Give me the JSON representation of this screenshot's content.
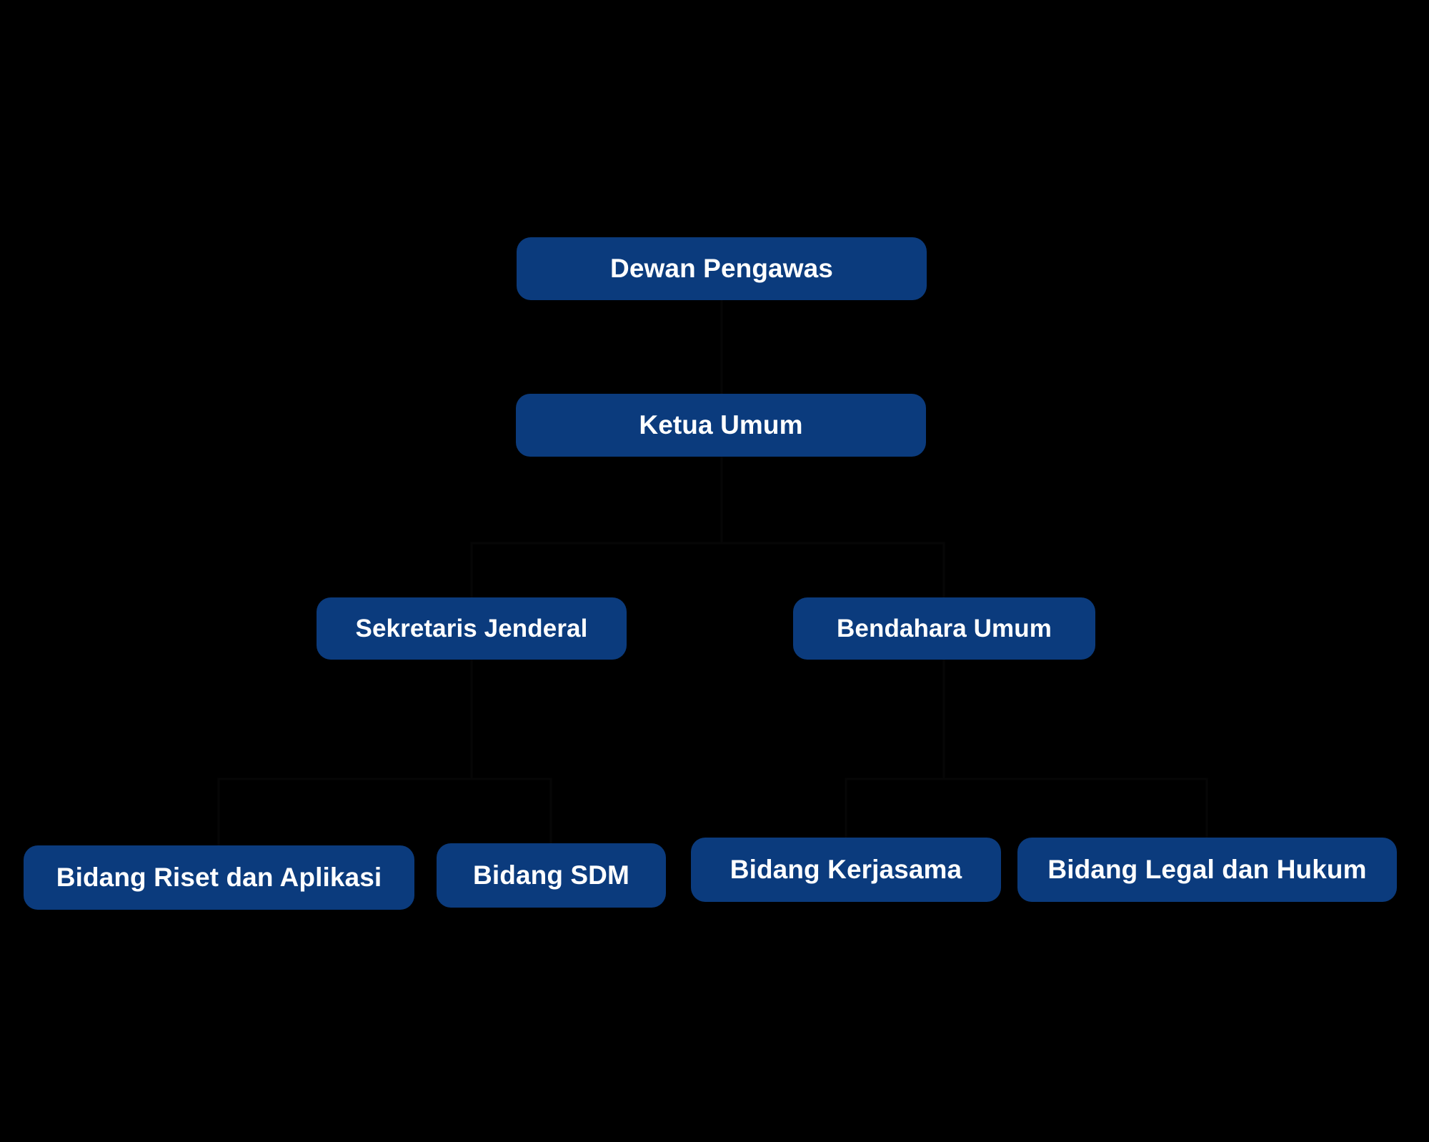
{
  "chart_data": {
    "type": "diagram",
    "diagram_type": "organizational-chart",
    "title": "",
    "background_color": "#000000",
    "node_color": "#0b3b7d",
    "node_text_color": "#ffffff",
    "levels": [
      {
        "level": 1,
        "nodes": [
          "Dewan Pengawas"
        ]
      },
      {
        "level": 2,
        "nodes": [
          "Ketua Umum"
        ]
      },
      {
        "level": 3,
        "nodes": [
          "Sekretaris Jenderal",
          "Bendahara Umum"
        ]
      },
      {
        "level": 4,
        "nodes": [
          "Bidang Riset dan Aplikasi",
          "Bidang SDM",
          "Bidang Kerjasama",
          "Bidang Legal dan Hukum"
        ]
      }
    ],
    "edges": [
      {
        "from": "Dewan Pengawas",
        "to": "Ketua Umum"
      },
      {
        "from": "Ketua Umum",
        "to": "Sekretaris Jenderal"
      },
      {
        "from": "Ketua Umum",
        "to": "Bendahara Umum"
      },
      {
        "from": "Sekretaris Jenderal",
        "to": "Bidang Riset dan Aplikasi"
      },
      {
        "from": "Sekretaris Jenderal",
        "to": "Bidang SDM"
      },
      {
        "from": "Bendahara Umum",
        "to": "Bidang Kerjasama"
      },
      {
        "from": "Bendahara Umum",
        "to": "Bidang Legal dan Hukum"
      }
    ]
  },
  "chart": {
    "row1": {
      "dewan_pengawas": "Dewan Pengawas"
    },
    "row2": {
      "ketua_umum": "Ketua Umum"
    },
    "row3": {
      "sekretaris_jenderal": "Sekretaris Jenderal",
      "bendahara_umum": "Bendahara Umum"
    },
    "row4": {
      "bidang_riset": "Bidang Riset dan Aplikasi",
      "bidang_sdm": "Bidang SDM",
      "bidang_kerjasama": "Bidang Kerjasama",
      "bidang_legal": "Bidang Legal dan Hukum"
    }
  }
}
